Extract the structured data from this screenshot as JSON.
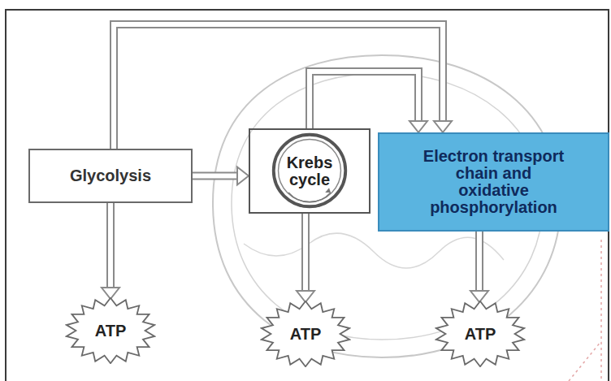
{
  "diagram": {
    "nodes": [
      {
        "text": [
          "Glycolysis"
        ]
      },
      {
        "text": [
          "Krebs cycle"
        ]
      },
      {
        "text": [
          "Electron transport chain and oxidative phosphorylation"
        ]
      },
      {
        "text": [
          "ATP"
        ]
      },
      {
        "text": [
          "ATP"
        ]
      },
      {
        "text": [
          "ATP"
        ]
      }
    ],
    "edges": [
      {
        "from": 0,
        "to": 1,
        "arrow": "to"
      },
      {
        "from": 0,
        "to": 2,
        "arrow": "to"
      },
      {
        "from": 1,
        "to": 2,
        "arrow": "to"
      },
      {
        "from": 0,
        "to": 3,
        "arrow": "to"
      },
      {
        "from": 1,
        "to": 4,
        "arrow": "to"
      },
      {
        "from": 2,
        "to": 5,
        "arrow": "to"
      }
    ]
  }
}
